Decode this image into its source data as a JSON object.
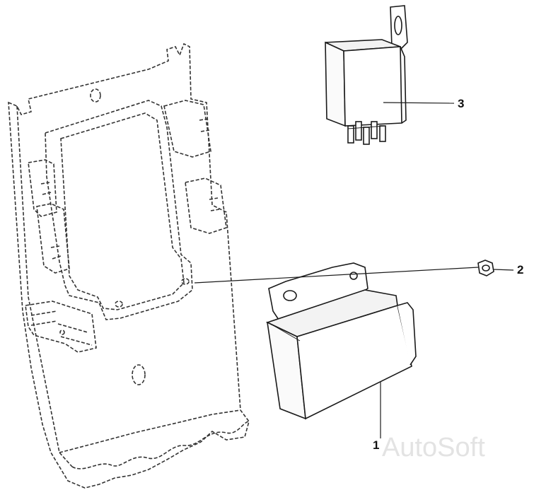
{
  "callouts": {
    "item_1": "1",
    "item_2": "2",
    "item_3": "3"
  },
  "watermark": "AutoSoft",
  "colors": {
    "line": "#1a1a1a",
    "dashed": "#333333",
    "shade": "#f4f4f4",
    "watermark": "#e3e3e3"
  }
}
